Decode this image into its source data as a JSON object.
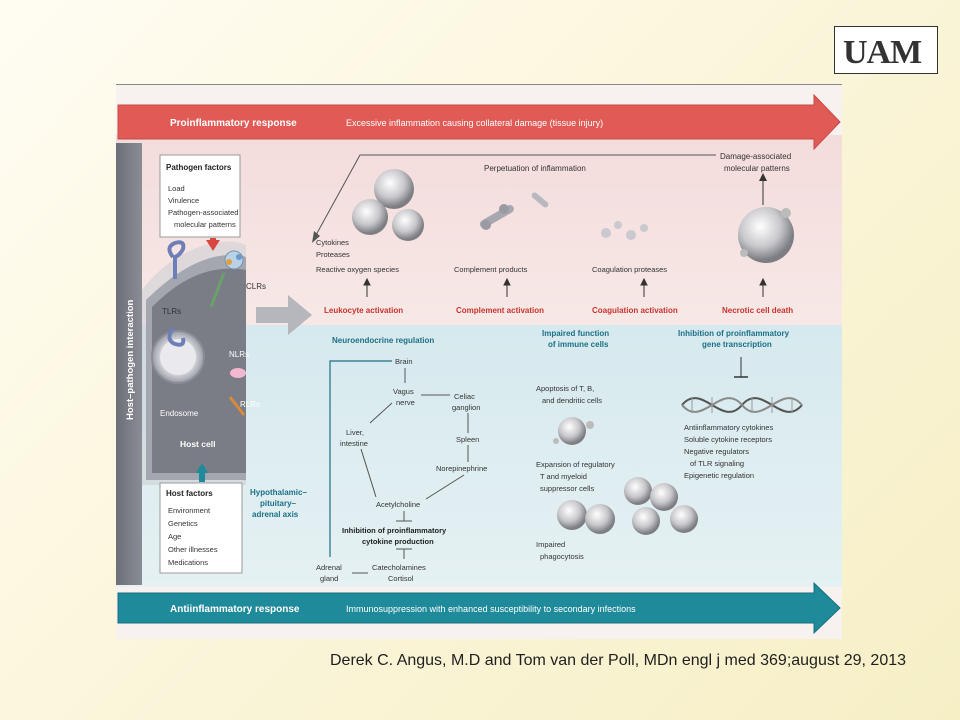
{
  "logo": {
    "text": "UAM"
  },
  "citation": "Derek C. Angus, M.D and Tom van der Poll, MDn engl j med 369;august 29, 2013",
  "figure": {
    "side_label": "Host–pathogen interaction",
    "top_arrow": {
      "title": "Proinflammatory response",
      "subtitle": "Excessive inflammation causing collateral damage (tissue injury)"
    },
    "bottom_arrow": {
      "title": "Antiinflammatory response",
      "subtitle": "Immunosuppression with enhanced susceptibility to secondary infections"
    },
    "pathogen_factors": {
      "title": "Pathogen factors",
      "items": [
        "Load",
        "Virulence",
        "Pathogen-associated",
        "molecular patterns"
      ]
    },
    "host_factors": {
      "title": "Host factors",
      "items": [
        "Environment",
        "Genetics",
        "Age",
        "Other illnesses",
        "Medications"
      ]
    },
    "cell": {
      "tlrs": "TLRs",
      "clrs": "CLRs",
      "nlrs": "NLRs",
      "rlrs": "RLRs",
      "endosome": "Endosome",
      "host_cell": "Host cell"
    },
    "perpetuation": "Perpetuation of inflammation",
    "damp": [
      "Damage-associated",
      "molecular patterns"
    ],
    "cytokines": [
      "Cytokines",
      "Proteases",
      "Reactive oxygen species"
    ],
    "complement_products": "Complement products",
    "coagulation_proteases": "Coagulation proteases",
    "activation": [
      "Leukocyte activation",
      "Complement activation",
      "Coagulation activation",
      "Necrotic cell death"
    ],
    "neuroendocrine": "Neuroendocrine regulation",
    "impaired_function": [
      "Impaired function",
      "of immune cells"
    ],
    "inhibition_transcription": [
      "Inhibition of proinflammatory",
      "gene transcription"
    ],
    "hpa": [
      "Hypothalamic–",
      "pituitary–",
      "adrenal axis"
    ],
    "brain": "Brain",
    "vagus": [
      "Vagus",
      "nerve"
    ],
    "celiac": [
      "Celiac",
      "ganglion"
    ],
    "liver": [
      "Liver,",
      "intestine"
    ],
    "spleen": "Spleen",
    "norepinephrine": "Norepinephrine",
    "acetylcholine": "Acetylcholine",
    "inhibition_cytokine": [
      "Inhibition of proinflammatory",
      "cytokine production"
    ],
    "adrenal": [
      "Adrenal",
      "gland"
    ],
    "catecholamines": [
      "Catecholamines",
      "Cortisol"
    ],
    "apoptosis": [
      "Apoptosis of T, B,",
      "and dendritic cells"
    ],
    "expansion": [
      "Expansion of regulatory",
      "T and myeloid",
      "suppressor cells"
    ],
    "phagocytosis": [
      "Impaired",
      "phagocytosis"
    ],
    "anti_list": [
      "Antiinflammatory cytokines",
      "Soluble cytokine receptors",
      "Negative regulators",
      "of TLR signaling",
      "Epigenetic regulation"
    ]
  },
  "colors": {
    "red_arrow": "#e05a56",
    "teal_arrow": "#1f8a9a",
    "red_label": "#c8342f",
    "teal_label": "#1c6f86"
  }
}
